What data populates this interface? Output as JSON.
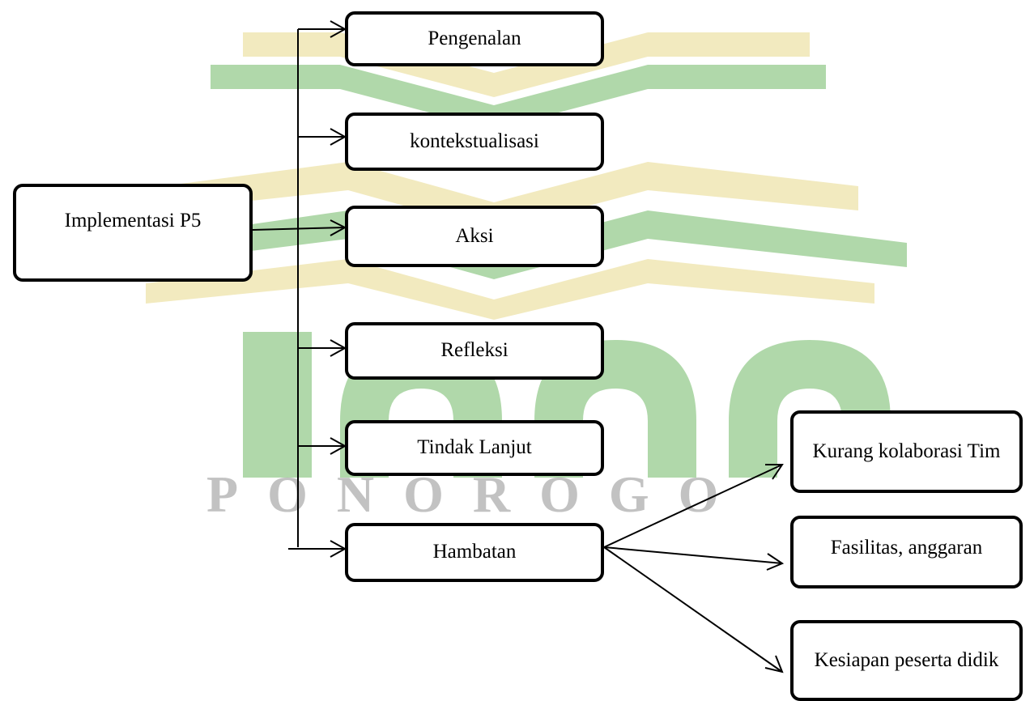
{
  "root": {
    "label": "Implementasi P5"
  },
  "stages": [
    {
      "label": "Pengenalan"
    },
    {
      "label": "kontekstualisasi"
    },
    {
      "label": "Aksi"
    },
    {
      "label": "Refleksi"
    },
    {
      "label": "Tindak Lanjut"
    },
    {
      "label": "Hambatan"
    }
  ],
  "obstacles": [
    {
      "label": "Kurang kolaborasi Tim"
    },
    {
      "label": "Fasilitas, anggaran"
    },
    {
      "label": "Kesiapan peserta didik"
    }
  ],
  "watermark": {
    "text": "PONOROGO",
    "colors": {
      "green": "#6fb865",
      "yellow": "#e8d98a"
    }
  }
}
